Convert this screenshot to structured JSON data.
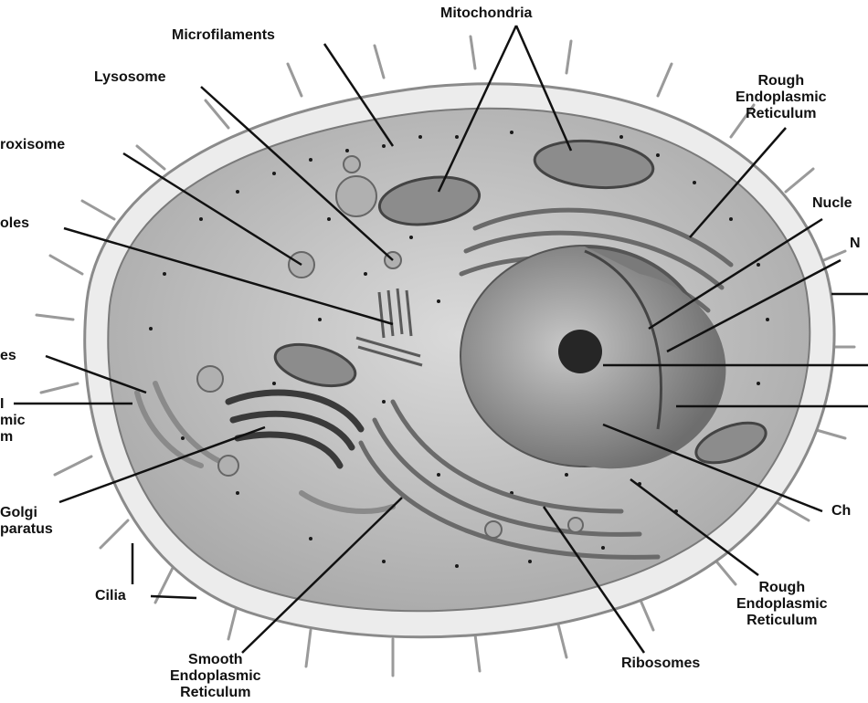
{
  "labels": {
    "mitochondria": "Mitochondria",
    "microfilaments": "Microfilaments",
    "lysosome": "Lysosome",
    "peroxisome": "roxisome",
    "vacuoles": "oles",
    "rough_er_top": "Rough\nEndoplasmic\nReticulum",
    "nucleus": "Nucle",
    "nuclear_membrane": "N",
    "left_partial_a": "es",
    "left_partial_b": "I\nmic\nm",
    "golgi": "Golgi\nparatus",
    "cilia": "Cilia",
    "smooth_er": "Smooth\nEndoplasmic\nReticulum",
    "ribosomes": "Ribosomes",
    "rough_er_bottom": "Rough\nEndoplasmic\nReticulum",
    "chromatin": "Ch"
  },
  "colors": {
    "background": "#ffffff",
    "cytoplasm": "#c9c9c9",
    "membrane": "#ececec",
    "nucleus": "#9a9a9a",
    "organelle_dark": "#5a5a5a",
    "leader_line": "#111111"
  }
}
